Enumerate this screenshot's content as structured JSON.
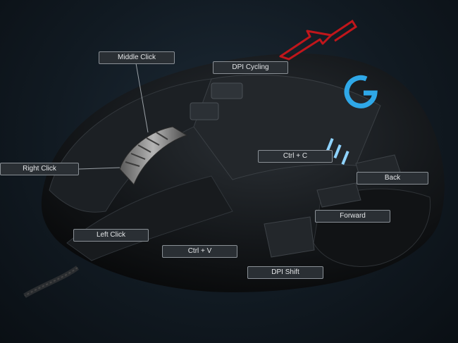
{
  "labels": {
    "middle_click": "Middle Click",
    "dpi_cycling": "DPI Cycling",
    "right_click": "Right Click",
    "ctrl_c": "Ctrl + C",
    "back": "Back",
    "forward": "Forward",
    "left_click": "Left Click",
    "ctrl_v": "Ctrl + V",
    "dpi_shift": "DPI Shift"
  },
  "colors": {
    "logo_accent": "#2fa8e8",
    "arrow": "#c0161b",
    "callout_bg": "#2a2f34",
    "callout_border": "#8a9096"
  },
  "icons": [
    "logitech-g-logo-icon",
    "red-arrow-icon",
    "scroll-wheel-icon"
  ]
}
